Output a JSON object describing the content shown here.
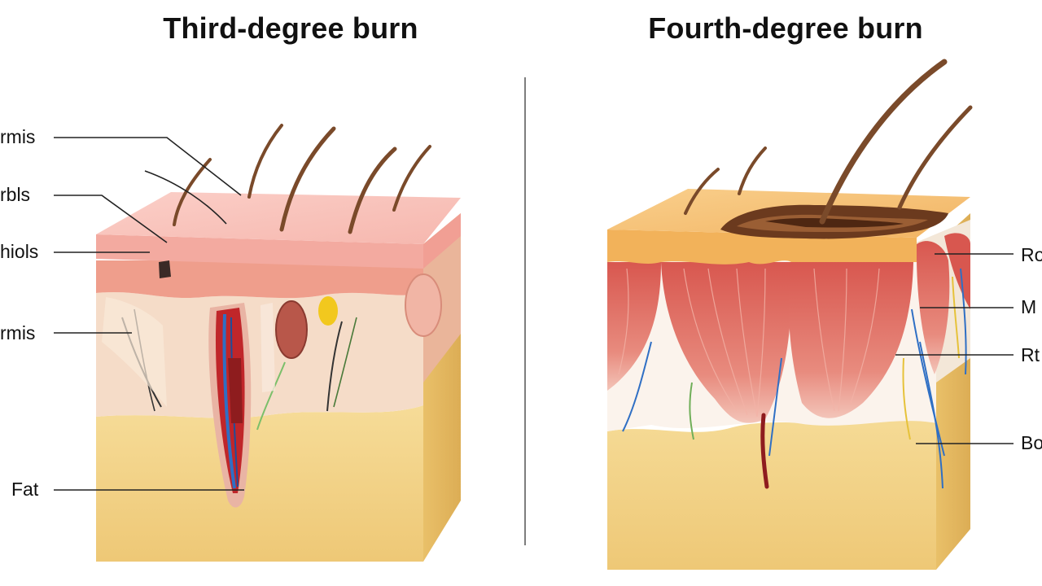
{
  "panels": {
    "left": {
      "title": "Third-degree burn",
      "labels": [
        "rmis",
        "rbls",
        "hiols",
        "rmis",
        "Fat"
      ]
    },
    "right": {
      "title": "Fourth-degree burn",
      "labels": [
        "Ro",
        "M",
        "Rt",
        "Bo"
      ]
    }
  },
  "colors": {
    "epidermis": "#f7b9b2",
    "dermis": "#f4d8c3",
    "fat": "#f2d38a",
    "muscle": "#d9645a",
    "char": "#6b3a1e",
    "vessel_blue": "#2f6fc4",
    "vessel_red": "#c0262a",
    "hair": "#7a4a2a"
  }
}
